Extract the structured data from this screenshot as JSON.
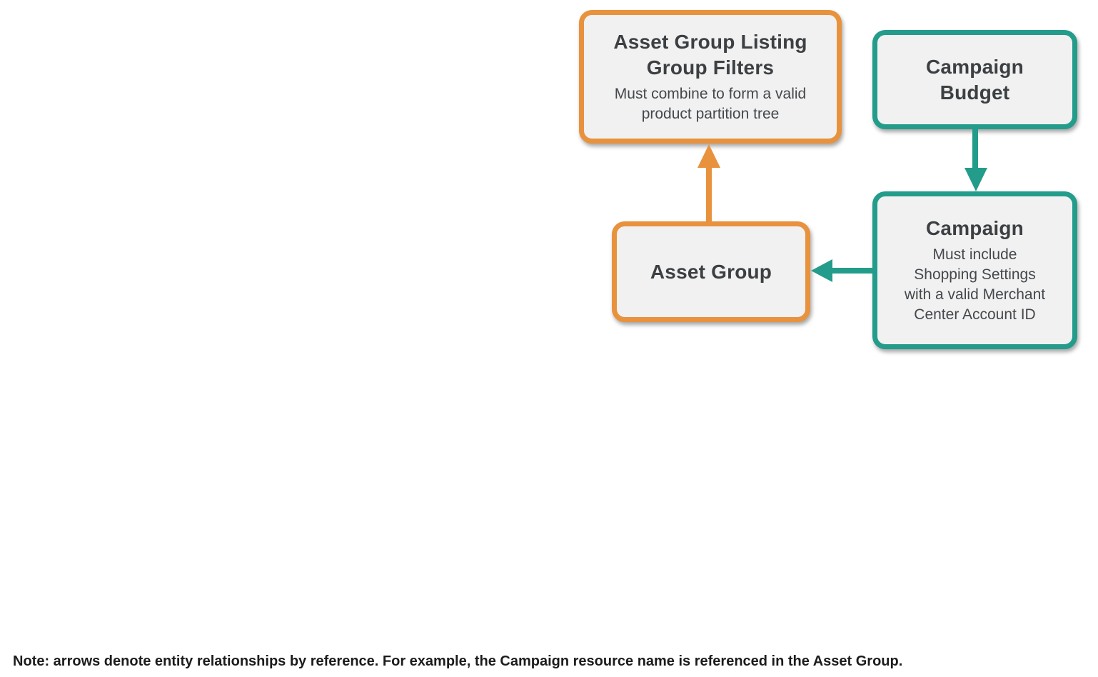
{
  "colors": {
    "orange_accent": "#E8923D",
    "teal_accent": "#239C8B",
    "node_fill": "#F1F1F1",
    "title_text": "#3C4043",
    "note_text": "#1C1C1C"
  },
  "nodes": [
    {
      "id": "asset-group-listing-group-filters",
      "title": "Asset Group Listing Group Filters",
      "subtitle": "Must combine to form a valid product partition tree",
      "accent": "#E8923D"
    },
    {
      "id": "campaign-budget",
      "title": "Campaign Budget",
      "accent": "#239C8B"
    },
    {
      "id": "asset-group",
      "title": "Asset Group",
      "accent": "#E8923D"
    },
    {
      "id": "campaign",
      "title": "Campaign",
      "subtitle": "Must include Shopping Settings with a valid Merchant Center Account ID",
      "accent": "#239C8B"
    }
  ],
  "arrows": [
    {
      "id": "asset-group-to-listing-filters",
      "from": "asset-group",
      "to": "asset-group-listing-group-filters",
      "direction": "up",
      "color": "#E8923D"
    },
    {
      "id": "campaign-budget-to-campaign",
      "from": "campaign-budget",
      "to": "campaign",
      "direction": "down",
      "color": "#239C8B"
    },
    {
      "id": "campaign-to-asset-group",
      "from": "campaign",
      "to": "asset-group",
      "direction": "left",
      "color": "#239C8B"
    }
  ],
  "note": "Note: arrows denote entity relationships by reference. For example, the Campaign resource name is referenced in the Asset Group."
}
